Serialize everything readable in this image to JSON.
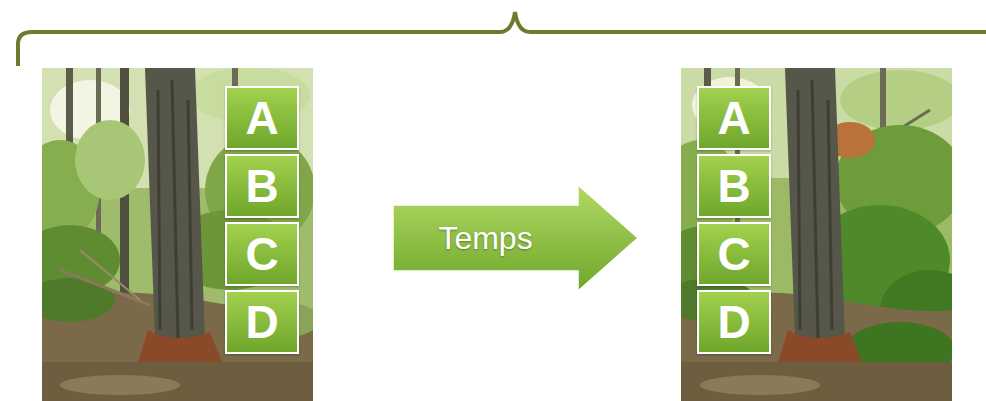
{
  "diagram": {
    "nodes": [
      {
        "text": [
          "A"
        ]
      },
      {
        "text": [
          "B"
        ]
      },
      {
        "text": [
          "C"
        ]
      },
      {
        "text": [
          "D"
        ]
      },
      {
        "text": [
          "Temps"
        ]
      },
      {
        "text": [
          "A"
        ]
      },
      {
        "text": [
          "B"
        ]
      },
      {
        "text": [
          "C"
        ]
      },
      {
        "text": [
          "D"
        ]
      }
    ]
  }
}
